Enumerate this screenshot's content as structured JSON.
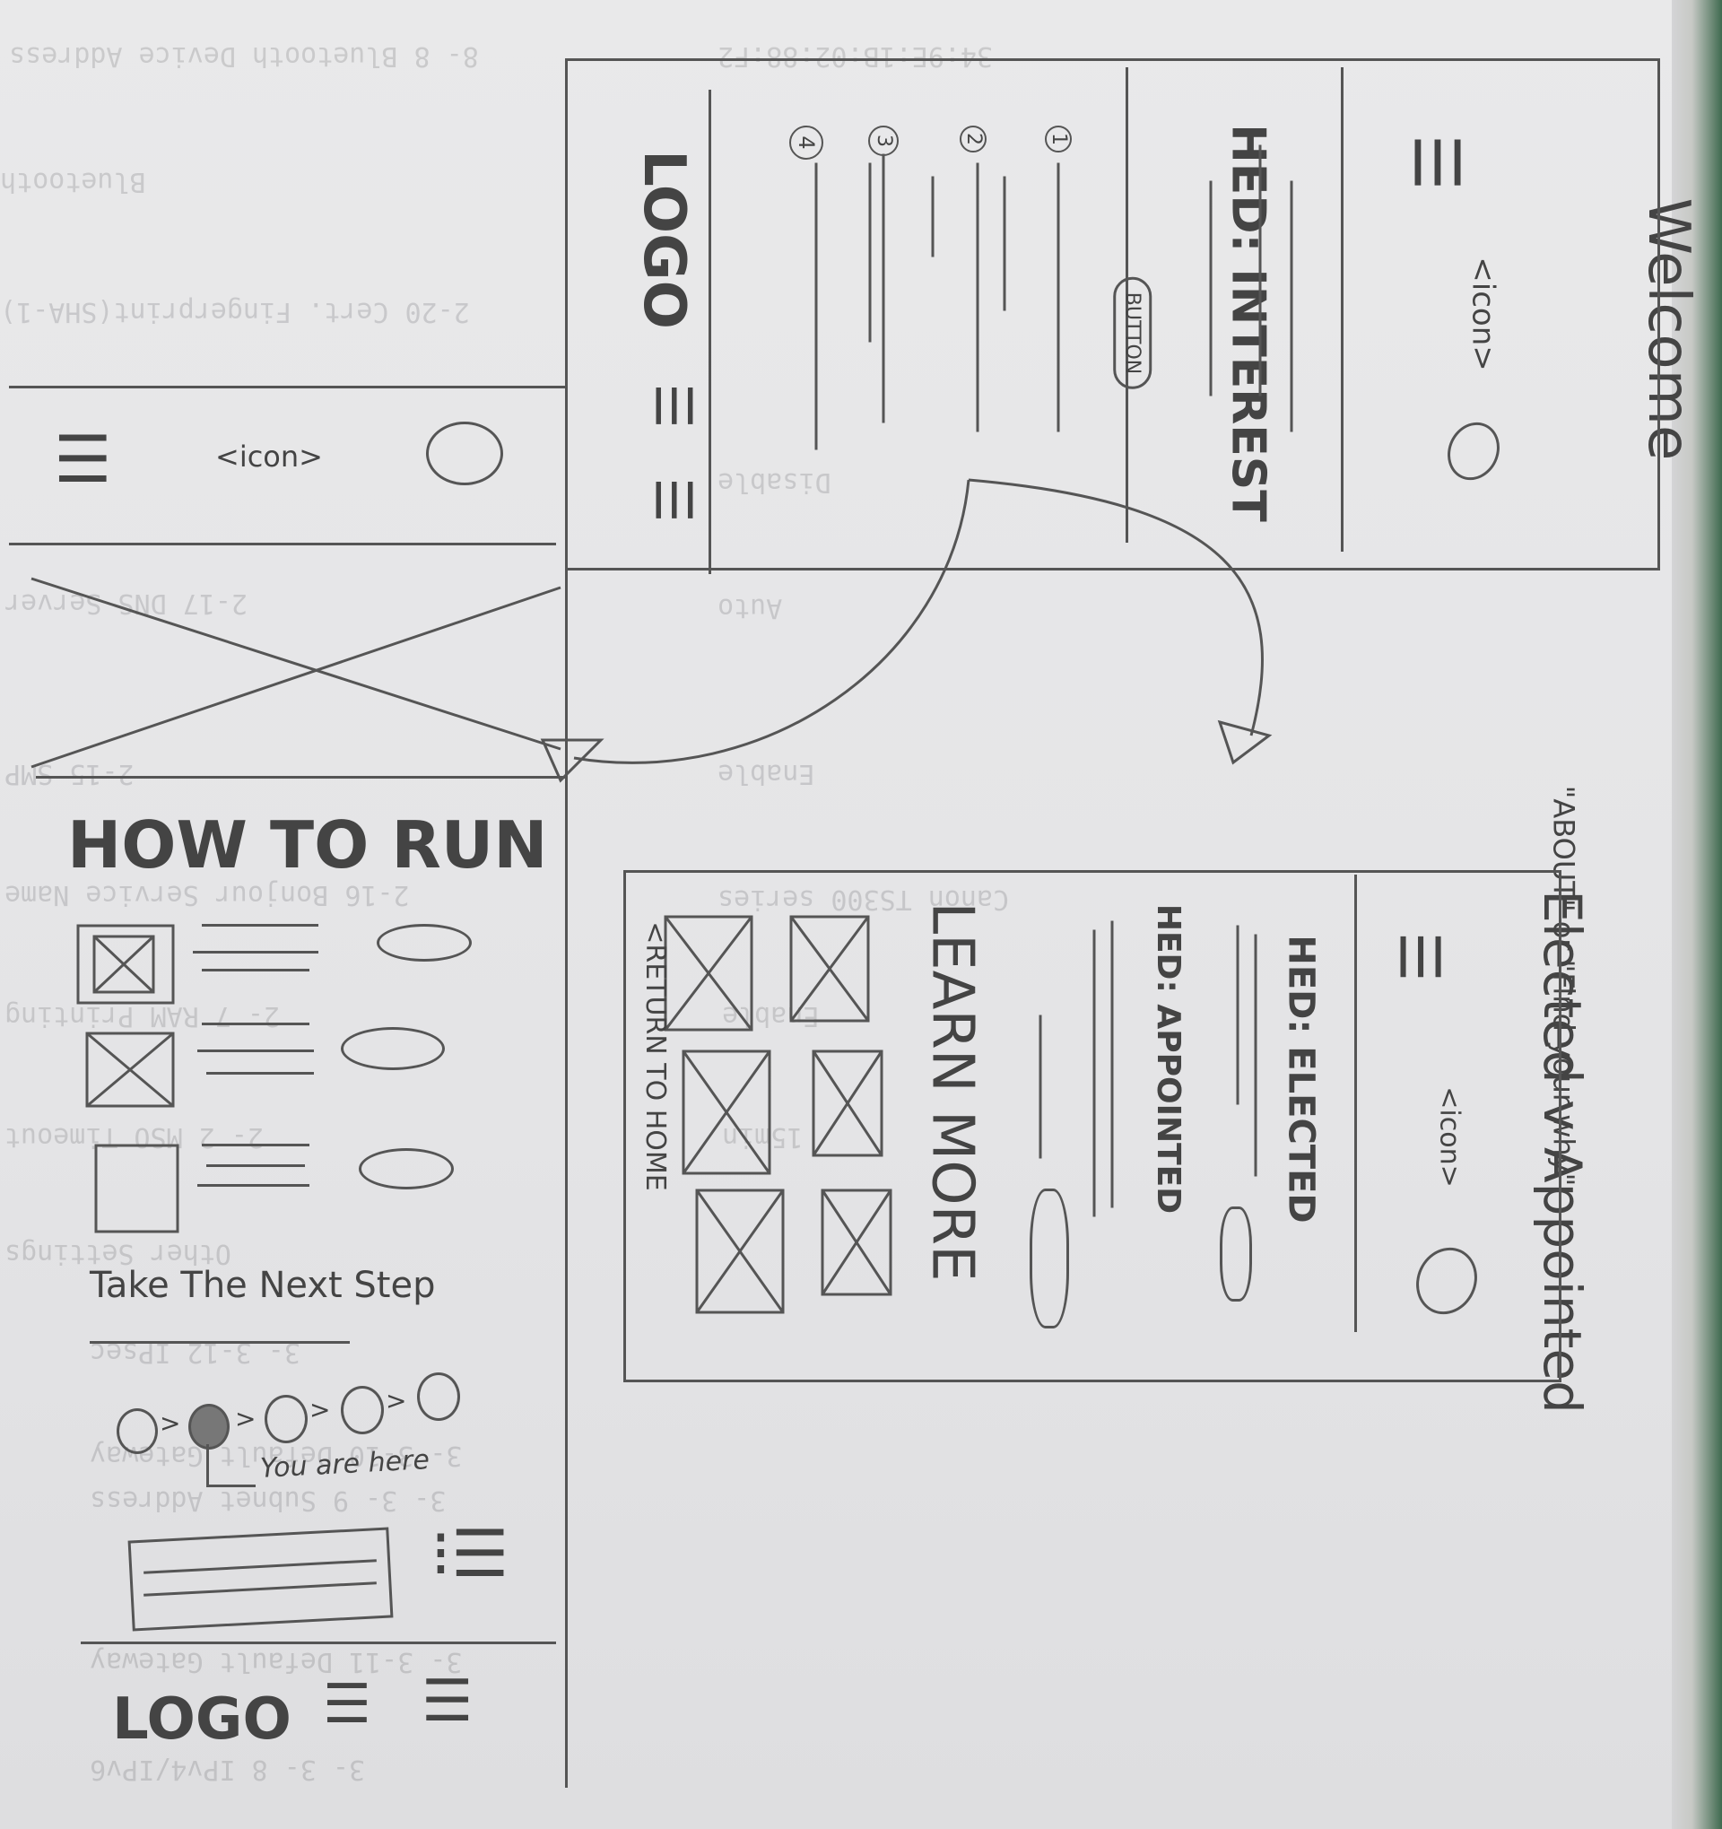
{
  "ghost_text": [
    "8- 8 Bluetooth Device Address",
    "34:9E:1B:02:88:F2",
    "Bluetooth",
    "2-20 Cert. Fingerprint(SHA-1)",
    "Disable",
    "2-17 DNS Server",
    "Auto",
    "2-15 SMP",
    "Enable",
    "2-16 Bonjour Service Name",
    "Canon TS300 series",
    "2- 7 RAM Printing",
    "Enable",
    "2- 2 MSO Timeout",
    "15min",
    "Other Settings",
    "3- 3-12 IPsec",
    "3- 3-10 Default Gateway",
    "3- 3- 9 Subnet Address",
    "3- 3-11 Default Gateway",
    "3- 3- 8 IPv4/IPv6"
  ],
  "welcome": {
    "title": "Welcome",
    "icon_label": "<icon>",
    "heading": "HED: INTEREST",
    "button_label": "BUTTON",
    "steps": [
      "1",
      "2",
      "3",
      "4"
    ],
    "footer_logo": "LOGO"
  },
  "about": {
    "note": "\"ABOUT\" or \"Find your why\"",
    "title": "Elected v Appointed",
    "icon_label": "<icon>",
    "heading_elected": "HED: ELECTED",
    "heading_appointed": "HED: APPOINTED",
    "learn_more": "LEARN MORE",
    "return_link": "<RETURN TO HOME"
  },
  "how_to_run": {
    "icon_label": "<icon>",
    "heading": "HOW TO RUN",
    "next_step": "Take The Next Step",
    "you_are_here": "You are here",
    "footer_logo": "LOGO"
  },
  "colors": {
    "pencil": "#555555",
    "paper": "#e6e6e8",
    "ghost": "#8a8a90",
    "edge_green": "#3f6a4f"
  }
}
